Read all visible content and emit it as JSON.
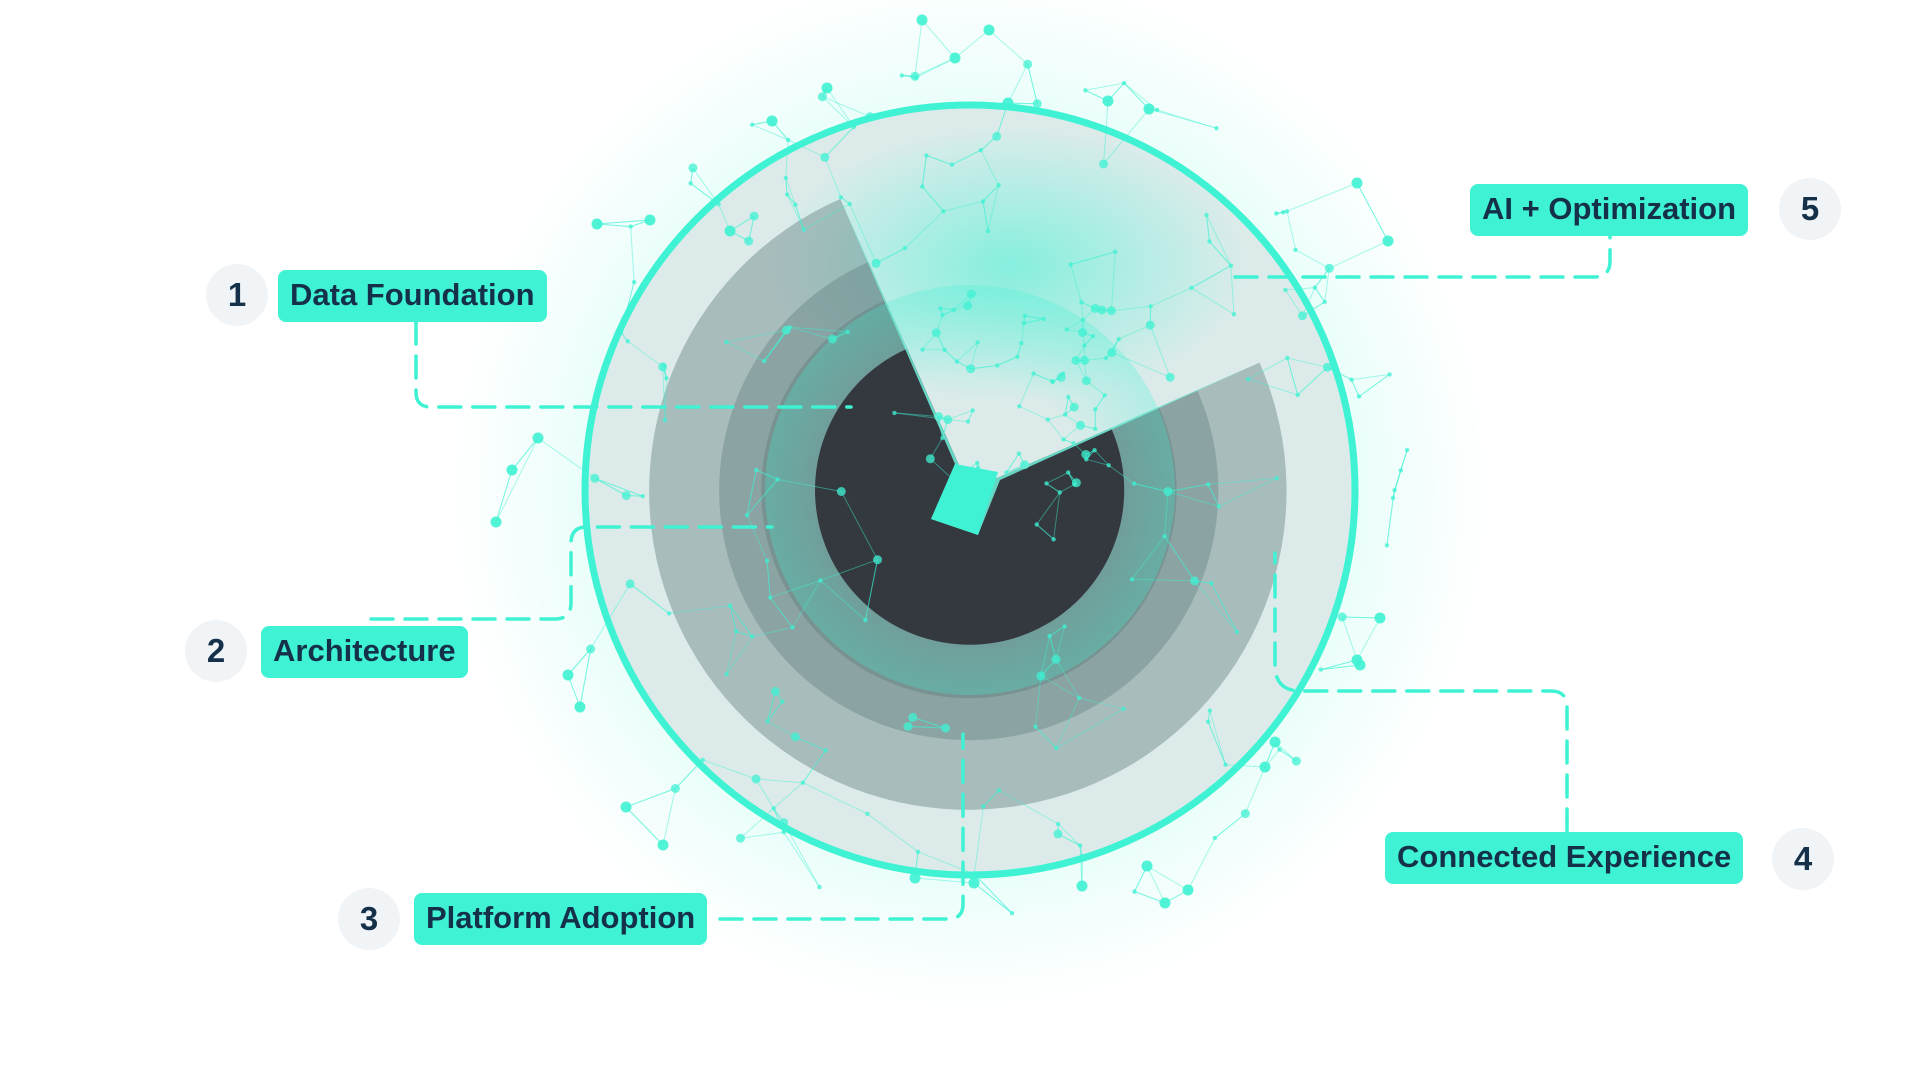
{
  "diagram": {
    "stages": [
      {
        "number": "1",
        "label": "Data Foundation"
      },
      {
        "number": "2",
        "label": "Architecture"
      },
      {
        "number": "3",
        "label": "Platform Adoption"
      },
      {
        "number": "4",
        "label": "Connected Experience"
      },
      {
        "number": "5",
        "label": "AI + Optimization"
      }
    ],
    "colors": {
      "accent": "#3ff2d3",
      "label_text": "#15314a",
      "core": "#34383f",
      "ring_gray": "#5c7a7b",
      "badge_bg": "#f1f4f7"
    }
  }
}
